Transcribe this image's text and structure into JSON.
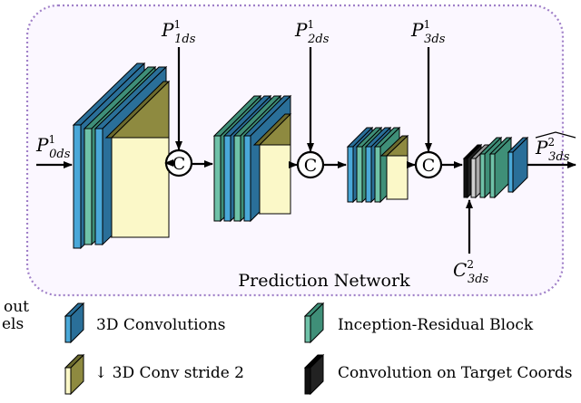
{
  "labels": {
    "network_title": "Prediction Network",
    "input_label": "P",
    "input_sup": "1",
    "input_sub": "0ds",
    "level1_label": "P",
    "level1_sup": "1",
    "level1_sub": "1ds",
    "level2_label": "P",
    "level2_sup": "1",
    "level2_sub": "2ds",
    "level3_label": "P",
    "level3_sup": "1",
    "level3_sub": "3ds",
    "target_label": "C",
    "target_sup": "2",
    "target_sub": "3ds",
    "output_label": "P",
    "output_sup": "2",
    "output_sub": "3ds",
    "concat_symbol": "C",
    "clipped_left_1": "out",
    "clipped_left_2": "els"
  },
  "legend": [
    {
      "id": "conv",
      "label": "3D Convolutions"
    },
    {
      "id": "inception",
      "label": "Inception-Residual Block"
    },
    {
      "id": "stride",
      "label": "↓ 3D Conv stride 2"
    },
    {
      "id": "target",
      "label": "Convolution on Target Coords"
    }
  ],
  "colors": {
    "conv": "#4aa8d8",
    "inception": "#6fc2a8",
    "stride": "#fbf8c8",
    "target_block": "#111111",
    "gray_block": "#cfcfcf",
    "frame": "#a080c8"
  }
}
